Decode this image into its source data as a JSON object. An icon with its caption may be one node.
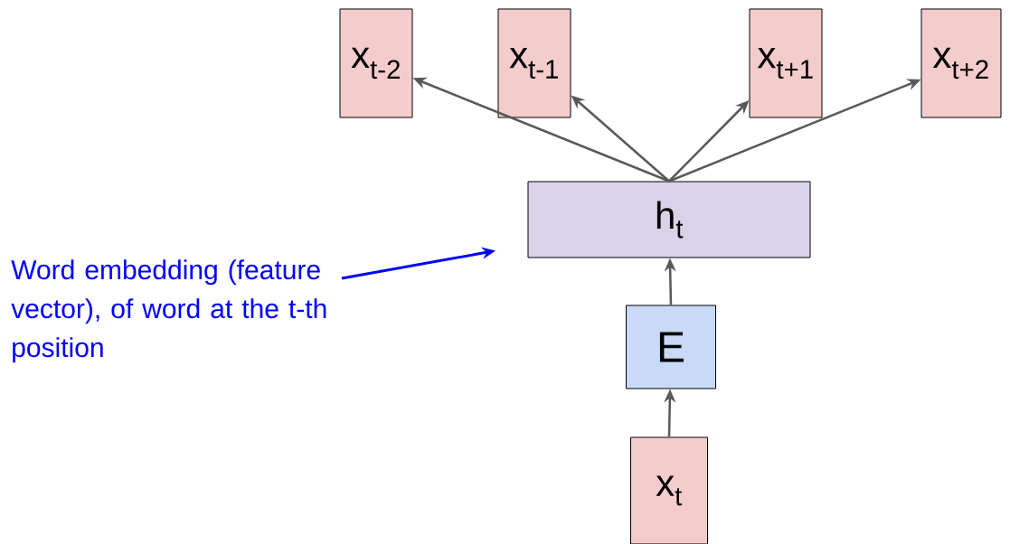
{
  "diagram": {
    "nodes": [
      {
        "text": [
          "x$_{t-2}$"
        ]
      },
      {
        "text": [
          "x$_{t-1}$"
        ]
      },
      {
        "text": [
          "x$_{t+1}$"
        ]
      },
      {
        "text": [
          "x$_{t+2}$"
        ]
      },
      {
        "text": [
          "h$_{t}$"
        ]
      },
      {
        "text": [
          "E"
        ]
      },
      {
        "text": [
          "x$_{t}$"
        ]
      },
      {
        "text": [
          "Word embedding (feature vector), of word at the t-th position"
        ]
      }
    ],
    "edges": [
      {
        "from": 4,
        "to": 0,
        "arrow": "to"
      },
      {
        "from": 4,
        "to": 1,
        "arrow": "to"
      },
      {
        "from": 4,
        "to": 2,
        "arrow": "to"
      },
      {
        "from": 4,
        "to": 3,
        "arrow": "to"
      },
      {
        "from": 5,
        "to": 4,
        "arrow": "to"
      },
      {
        "from": 6,
        "to": 5,
        "arrow": "to"
      },
      {
        "from": 7,
        "to": 4,
        "arrow": "to",
        "color": "#0000ff"
      }
    ]
  }
}
